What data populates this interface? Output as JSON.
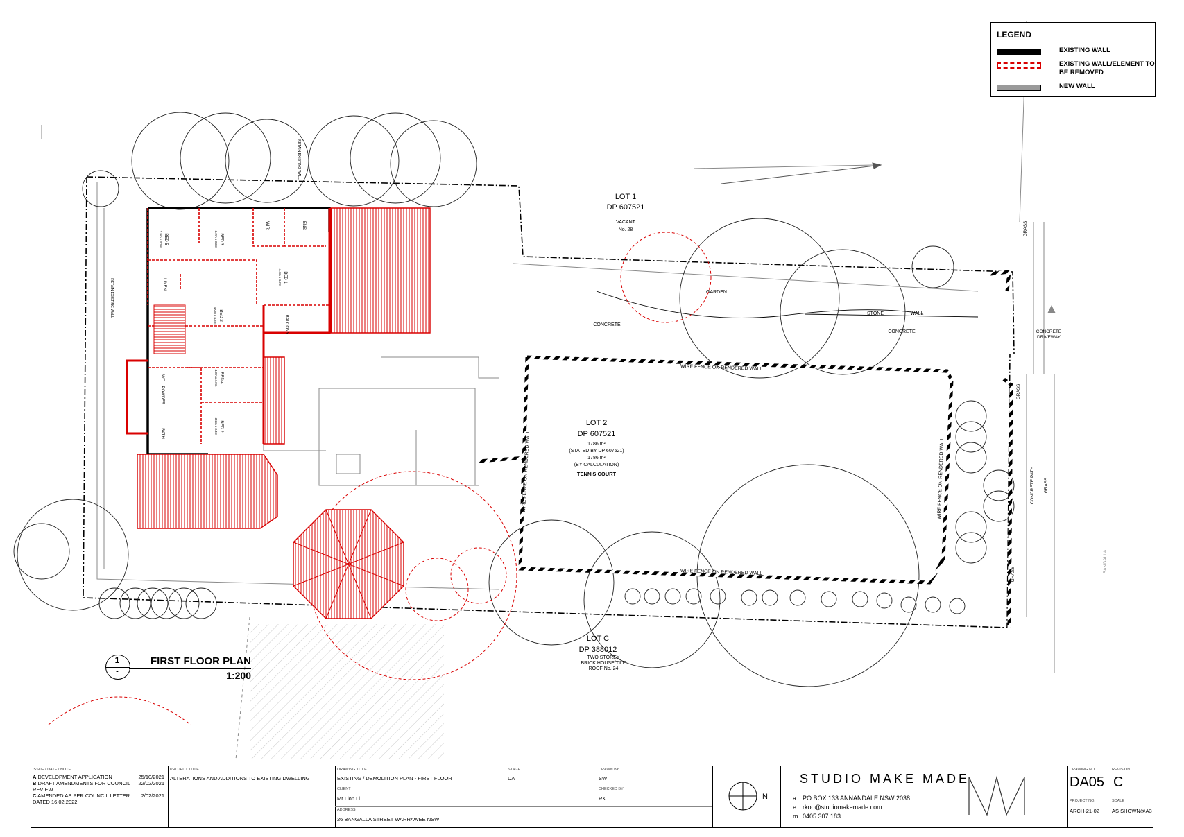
{
  "legend": {
    "title": "LEGEND",
    "items": [
      {
        "label": "EXISTING WALL",
        "swatch": "existing"
      },
      {
        "label": "EXISTING WALL/ELEMENT TO BE REMOVED",
        "swatch": "remove"
      },
      {
        "label": "NEW WALL",
        "swatch": "new"
      }
    ]
  },
  "colors": {
    "remove": "#d90000",
    "existing": "#000000",
    "new": "#9a9a9a",
    "context": "#777777"
  },
  "drawing": {
    "number": "1",
    "sheet": "-",
    "name": "FIRST FLOOR PLAN",
    "scale": "1:200"
  },
  "plan_labels": {
    "lot1": "LOT 1",
    "lot1_dp": "DP 607521",
    "lot1_note": "VACANT",
    "lot1_no": "No. 28",
    "lot2": "LOT 2",
    "lot2_dp": "DP 607521",
    "lot2_area1": "1786 m²",
    "lot2_stated": "(STATED BY DP 607521)",
    "lot2_area2": "1786 m²",
    "lot2_calc": "(BY CALCULATION)",
    "tennis": "TENNIS COURT",
    "lotc": "LOT C",
    "lotc_dp": "DP 388012",
    "lotc_note1": "TWO STOREY",
    "lotc_note2": "BRICK HOUSE/TILE",
    "lotc_note3": "ROOF No. 24",
    "concrete": "CONCRETE",
    "concrete2": "CONCRETE",
    "garden": "GARDEN",
    "stone_wall_a": "STONE",
    "stone_wall_b": "WALL",
    "concrete_driveway_a": "CONCRETE",
    "concrete_driveway_b": "DRIVEWAY",
    "wire_fence_top": "WIRE FENCE ON RENDERED WALL",
    "wire_fence_bottom": "WIRE FENCE ON RENDERED WALL",
    "wire_fence_left": "WIRE FENCE ON RENDERED WALL",
    "wire_fence_right": "WIRE FENCE ON RENDERED WALL",
    "grass1": "GRASS",
    "grass2": "GRASS",
    "grass3": "GRASS",
    "grass4": "GRASS",
    "concrete_path": "CONCRETE PATH",
    "street": "BANGALLA",
    "retain_wall_top": "RETAIN EXISTING WALL",
    "retain_wall_left": "RETAIN EXISTING WALL",
    "rooms": [
      "BED 5",
      "BED 3",
      "WIR",
      "ENS",
      "BED 1",
      "LINEN",
      "BED 2",
      "BED 4",
      "WC",
      "POWDER",
      "BATH",
      "BED 2",
      "BALCONY"
    ],
    "room_dims": [
      "2.9m x 3.2m",
      "3.2m x 3.2m",
      "4.4m x 4.2m",
      "4.0m x 4.3m",
      "4.0m x 4.0m",
      "3.2m x 3.4m"
    ]
  },
  "title_block": {
    "hdr_issue": "ISSUE / DATE / NOTE",
    "revisions": [
      {
        "code": "A",
        "text": "DEVELOPMENT APPLICATION",
        "date": "25/10/2021"
      },
      {
        "code": "B",
        "text": "DRAFT AMENDMENTS FOR COUNCIL",
        "date": "22/02/2021"
      },
      {
        "code": "",
        "text": "REVIEW",
        "date": ""
      },
      {
        "code": "C",
        "text": "AMENDED AS PER COUNCIL LETTER",
        "date": "2/02/2021"
      },
      {
        "code": "",
        "text": "DATED 16.02.2022",
        "date": ""
      }
    ],
    "hdr_project": "PROJECT TITLE",
    "project": "ALTERATIONS AND ADDITIONS TO EXISTING DWELLING",
    "hdr_drawing": "DRAWING TITLE",
    "drawing_title": "EXISTING / DEMOLITION PLAN - FIRST FLOOR",
    "hdr_client": "CLIENT",
    "client": "Mr Lion Li",
    "hdr_address": "ADDRESS",
    "address": "26 BANGALLA STREET WARRAWEE NSW",
    "hdr_stage": "STAGE",
    "stage": "DA",
    "hdr_drawn": "DRAWN BY",
    "drawn": "SW",
    "hdr_checked": "CHECKED BY",
    "checked": "RK",
    "north": "N",
    "studio": "STUDIO MAKE MADE",
    "contact": [
      {
        "k": "a",
        "v": "PO BOX 133 ANNANDALE NSW 2038"
      },
      {
        "k": "e",
        "v": "rkoo@studiomakemade.com"
      },
      {
        "k": "m",
        "v": "0405 307 183"
      }
    ],
    "hdr_dwg_no": "DRAWING NO.",
    "dwg_no": "DA05",
    "hdr_rev": "REVISION",
    "rev": "C",
    "hdr_project_no": "PROJECT NO.",
    "project_no": "ARCH-21-02",
    "hdr_scale": "SCALE",
    "scale": "AS SHOWN@A3"
  }
}
